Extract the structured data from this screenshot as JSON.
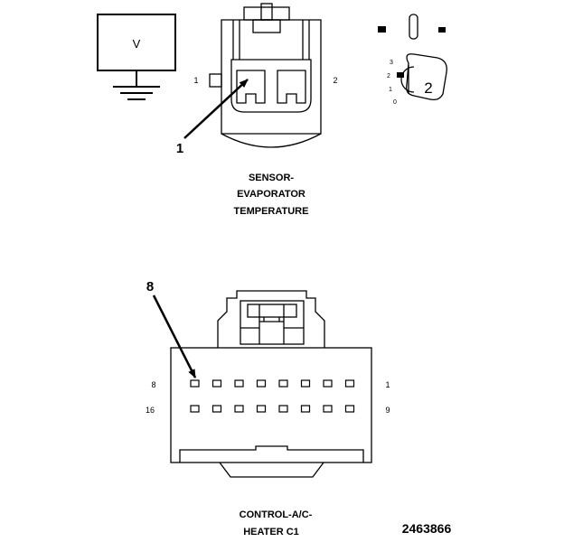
{
  "meter": {
    "symbol": "V"
  },
  "sensor": {
    "pin_left": "1",
    "pin_right": "2",
    "callout": "1",
    "caption_line1": "SENSOR-",
    "caption_line2": "EVAPORATOR",
    "caption_line3": "TEMPERATURE"
  },
  "probe": {
    "callout": "2",
    "positions": [
      "3",
      "2",
      "1",
      "0"
    ]
  },
  "connector": {
    "callout": "8",
    "row1_left": "8",
    "row1_right": "1",
    "row2_left": "16",
    "row2_right": "9",
    "pins_per_row": 8,
    "highlighted_pin": 8,
    "caption_line1": "CONTROL-A/C-",
    "caption_line2": "HEATER C1"
  },
  "figure_number": "2463866",
  "colors": {
    "ink": "#000000",
    "paper": "#ffffff"
  }
}
